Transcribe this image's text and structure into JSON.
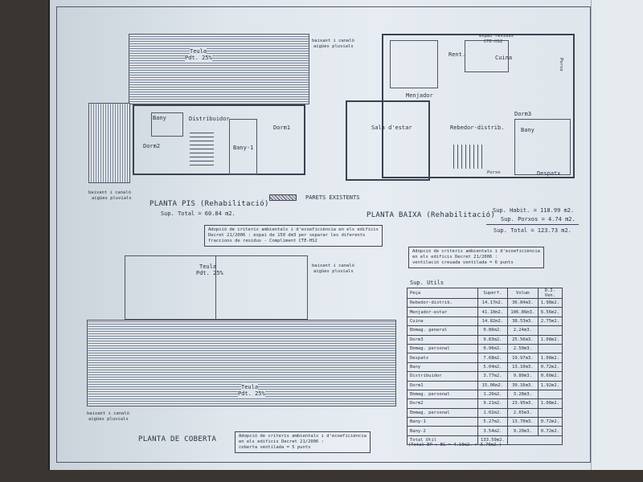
{
  "legend": {
    "existing_walls": "PARETS EXISTENTS"
  },
  "planta_pis": {
    "title": "PLANTA PIS (Rehabilitació)",
    "area": "Sup. Total = 60.84 m2.",
    "rooms": [
      "Bany",
      "Distribuidor",
      "Dorm1",
      "Dorm2",
      "Bany-1"
    ],
    "roof_label": "Teula",
    "roof_slope": "Pdt. 25%",
    "downpipe": "baixant i canaló",
    "downpipe2": "aigües pluvials",
    "note": [
      "Adopció de criteris ambientals i d'ecoeficiència en els edificis",
      "Decret 21/2006 : espai de 150 dm3 per separar les diferents",
      "fraccions de residus - Compliment CTE-HS2"
    ]
  },
  "planta_baixa": {
    "title": "PLANTA BAIXA (Rehabilitació)",
    "sup_habit": "Sup. Habit. = 118.99 m2.",
    "sup_porxos": "Sup. Porxos = 4.74 m2.",
    "sup_total": "Sup. Total = 123.73 m2.",
    "rooms": [
      "Menjador",
      "Sala d'estar",
      "Rebedor-distrib.",
      "Cuina",
      "Rent.",
      "Dorm3",
      "Bany",
      "Despatx",
      "Porxo",
      "Porxo"
    ],
    "residus": "espai residus",
    "residus2": "CTE-HS2",
    "note": [
      "Adopció de criteris ambientals i d'ecoeficiència",
      "en els edificis Decret 21/2006 :",
      "ventilació creuada ventilada = 6 punts"
    ]
  },
  "planta_coberta": {
    "title": "PLANTA DE COBERTA",
    "roof_label": "Teula",
    "roof_slope": "Pdt. 25%",
    "downpipe": "baixant i canaló",
    "downpipe2": "aigües pluvials",
    "note": [
      "Adopció de criteris ambientals i d'ecoeficiència",
      "en els edificis Decret 21/2006 :",
      "coberta ventilada = 5 punts"
    ]
  },
  "sup_utils": {
    "title": "Sup. Utils",
    "headers": [
      "Peça",
      "Superf.",
      "Volum",
      "D.I-Ven."
    ],
    "rows": [
      [
        "Rebedor-distrib.",
        "14.17m2.",
        "36.84m3.",
        "1.98m2."
      ],
      [
        "Menjador-estar",
        "41.10m2.",
        "106.86m3.",
        "6.56m2."
      ],
      [
        "Cuina",
        "14.82m2.",
        "38.53m3.",
        "2.75m2."
      ],
      [
        "Emmag. general",
        "0.86m2.",
        "2.24m3.",
        ""
      ],
      [
        "Dorm3",
        "9.83m2.",
        "25.56m3.",
        "1.08m2."
      ],
      [
        "Emmag. personal",
        "0.96m2.",
        "2.50m3.",
        ""
      ],
      [
        "Despatx",
        "7.68m2.",
        "19.97m3.",
        "1.08m2."
      ],
      [
        "Bany",
        "5.04m2.",
        "13.10m3.",
        "0.72m2."
      ],
      [
        "Distribuidor",
        "3.77m2.",
        "9.80m3.",
        "0.60m2."
      ],
      [
        "Dorm1",
        "15.06m2.",
        "39.16m3.",
        "1.92m2."
      ],
      [
        "Emmag. personal",
        "1.26m2.",
        "3.28m3.",
        ""
      ],
      [
        "Dorm2",
        "9.21m2.",
        "23.95m3.",
        "1.08m2."
      ],
      [
        "Emmag. personal",
        "1.02m2.",
        "2.65m3.",
        ""
      ],
      [
        "Bany-1",
        "5.27m2.",
        "13.70m3.",
        "0.72m2."
      ],
      [
        "Bany-2",
        "3.54m2.",
        "9.20m3.",
        "0.72m2."
      ]
    ],
    "total_label": "Total Util",
    "total_value": "133.59m2.",
    "footnote": "(Total EP : EG = 4.10m2. > 3.70m2.)"
  }
}
